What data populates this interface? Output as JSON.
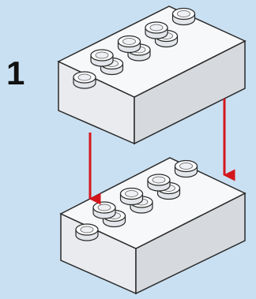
{
  "step": {
    "number": "1"
  },
  "colors": {
    "background": "#c9e0f2",
    "brick_top": "#f7f8fa",
    "brick_front": "#e9ebee",
    "brick_side": "#d6d9de",
    "outline": "#2a2a2a",
    "arrow": "#d4161c"
  },
  "icons": [
    "duplo-brick-2x4",
    "down-arrow"
  ]
}
